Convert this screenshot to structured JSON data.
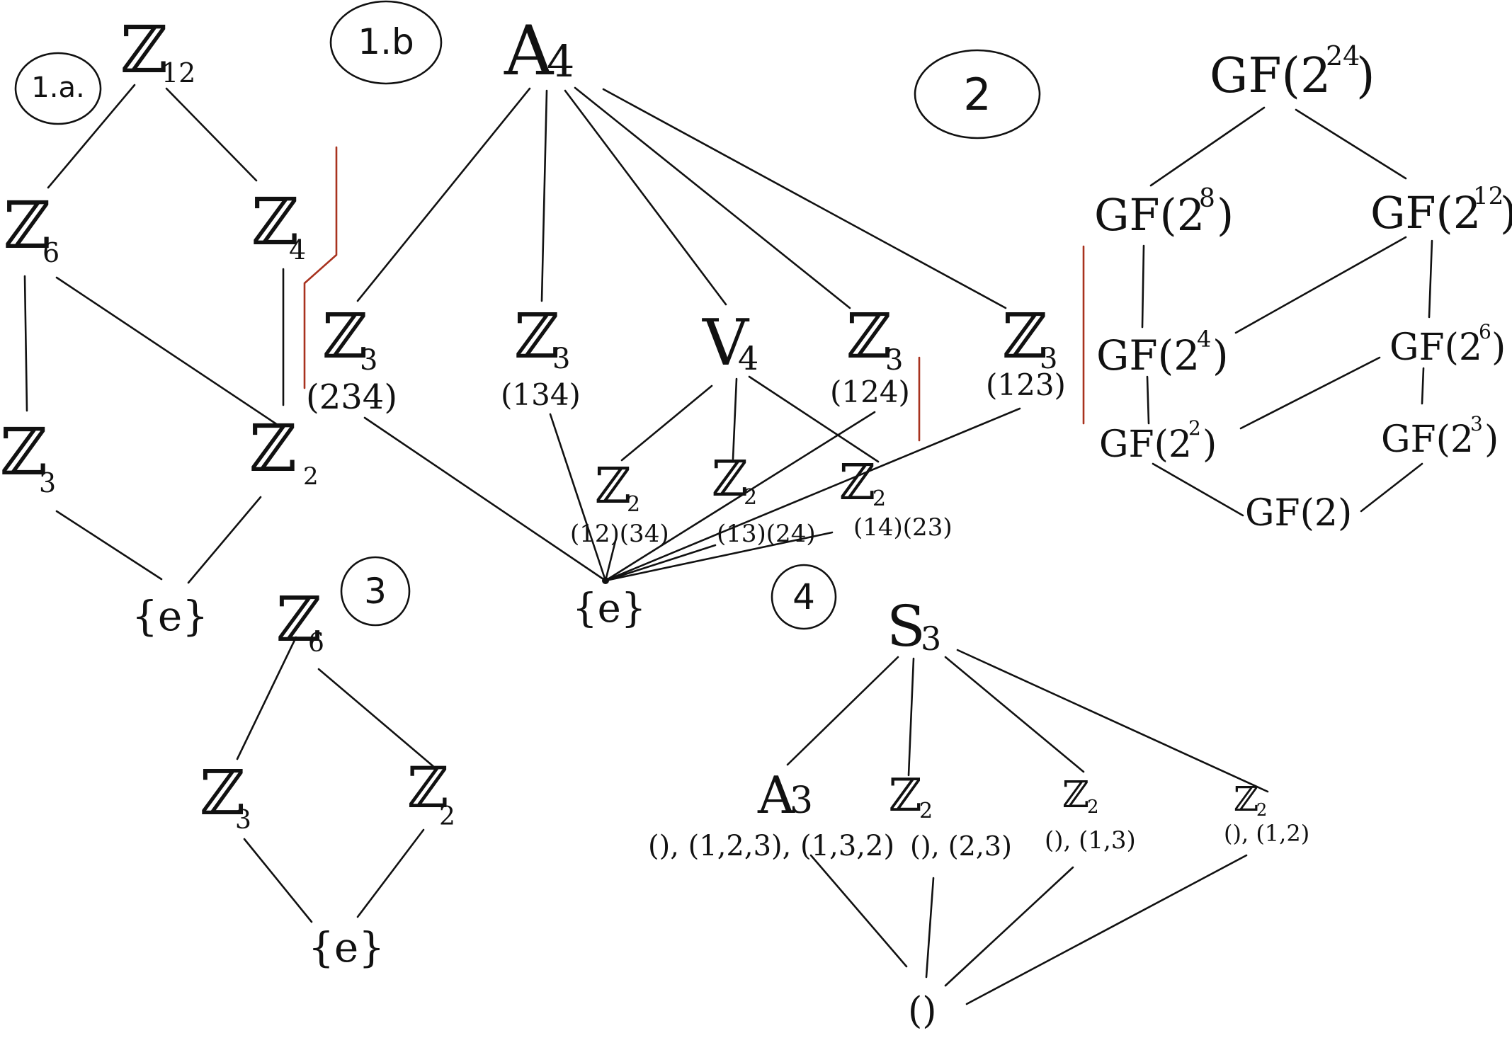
{
  "diagrams": {
    "d1a": {
      "tag": "1.a.",
      "nodes": {
        "z12": {
          "main": "ℤ",
          "sub": "12"
        },
        "z6": {
          "main": "ℤ",
          "sub": "6"
        },
        "z4": {
          "main": "ℤ",
          "sub": "4"
        },
        "z3": {
          "main": "ℤ",
          "sub": "3"
        },
        "z2": {
          "main": "ℤ",
          "sub": "2"
        },
        "e": {
          "main": "{e}",
          "sub": ""
        }
      }
    },
    "d1b": {
      "tag": "1.b",
      "nodes": {
        "a4": {
          "main": "A",
          "sub": "4"
        },
        "z3_234": {
          "main": "ℤ",
          "sub": "3",
          "perm": "(234)"
        },
        "z3_134": {
          "main": "ℤ",
          "sub": "3",
          "perm": "(134)"
        },
        "v4": {
          "main": "V",
          "sub": "4"
        },
        "z3_124": {
          "main": "ℤ",
          "sub": "3",
          "perm": "(124)"
        },
        "z3_123": {
          "main": "ℤ",
          "sub": "3",
          "perm": "(123)"
        },
        "z2_a": {
          "main": "ℤ",
          "sub": "2",
          "perm": "(12)(34)"
        },
        "z2_b": {
          "main": "ℤ",
          "sub": "2",
          "perm": "(13)(24)"
        },
        "z2_c": {
          "main": "ℤ",
          "sub": "2",
          "perm": "(14)(23)"
        },
        "e": {
          "main": "{e}",
          "sub": ""
        }
      }
    },
    "d2": {
      "tag": "2",
      "nodes": {
        "gf24": {
          "main": "GF(2",
          "exp": "24",
          "close": ")"
        },
        "gf8": {
          "main": "GF(2",
          "exp": "8",
          "close": ")"
        },
        "gf12": {
          "main": "GF(2",
          "exp": "12",
          "close": ")"
        },
        "gf4": {
          "main": "GF(2",
          "exp": "4",
          "close": ")"
        },
        "gf6": {
          "main": "GF(2",
          "exp": "6",
          "close": ")"
        },
        "gf2sq": {
          "main": "GF(2",
          "exp": "2",
          "close": ")"
        },
        "gf3": {
          "main": "GF(2",
          "exp": "3",
          "close": ")"
        },
        "gf2": {
          "main": "GF(2)",
          "exp": "",
          "close": ""
        }
      }
    },
    "d3": {
      "tag": "3",
      "nodes": {
        "z6": {
          "main": "ℤ",
          "sub": "6"
        },
        "z3": {
          "main": "ℤ",
          "sub": "3"
        },
        "z2": {
          "main": "ℤ",
          "sub": "2"
        },
        "e": {
          "main": "{e}",
          "sub": ""
        }
      }
    },
    "d4": {
      "tag": "4",
      "nodes": {
        "s3": {
          "main": "S",
          "sub": "3"
        },
        "a3": {
          "main": "A",
          "sub": "3",
          "perm": "(), (1,2,3), (1,3,2)"
        },
        "z2_23": {
          "main": "ℤ",
          "sub": "2",
          "perm": "(), (2,3)"
        },
        "z2_13": {
          "main": "ℤ",
          "sub": "2",
          "perm": "(), (1,3)"
        },
        "z2_12": {
          "main": "ℤ",
          "sub": "2",
          "perm": "(), (1,2)"
        },
        "id": {
          "main": "()",
          "sub": ""
        }
      }
    }
  }
}
